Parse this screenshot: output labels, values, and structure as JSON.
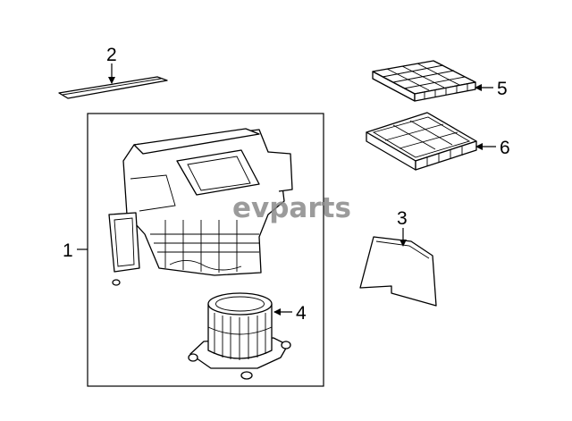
{
  "callouts": [
    "1",
    "2",
    "3",
    "4",
    "5",
    "6"
  ],
  "watermark": "evparts",
  "colors": {
    "ink": "#000000",
    "background": "#ffffff",
    "watermark": "#8a8a8a"
  }
}
